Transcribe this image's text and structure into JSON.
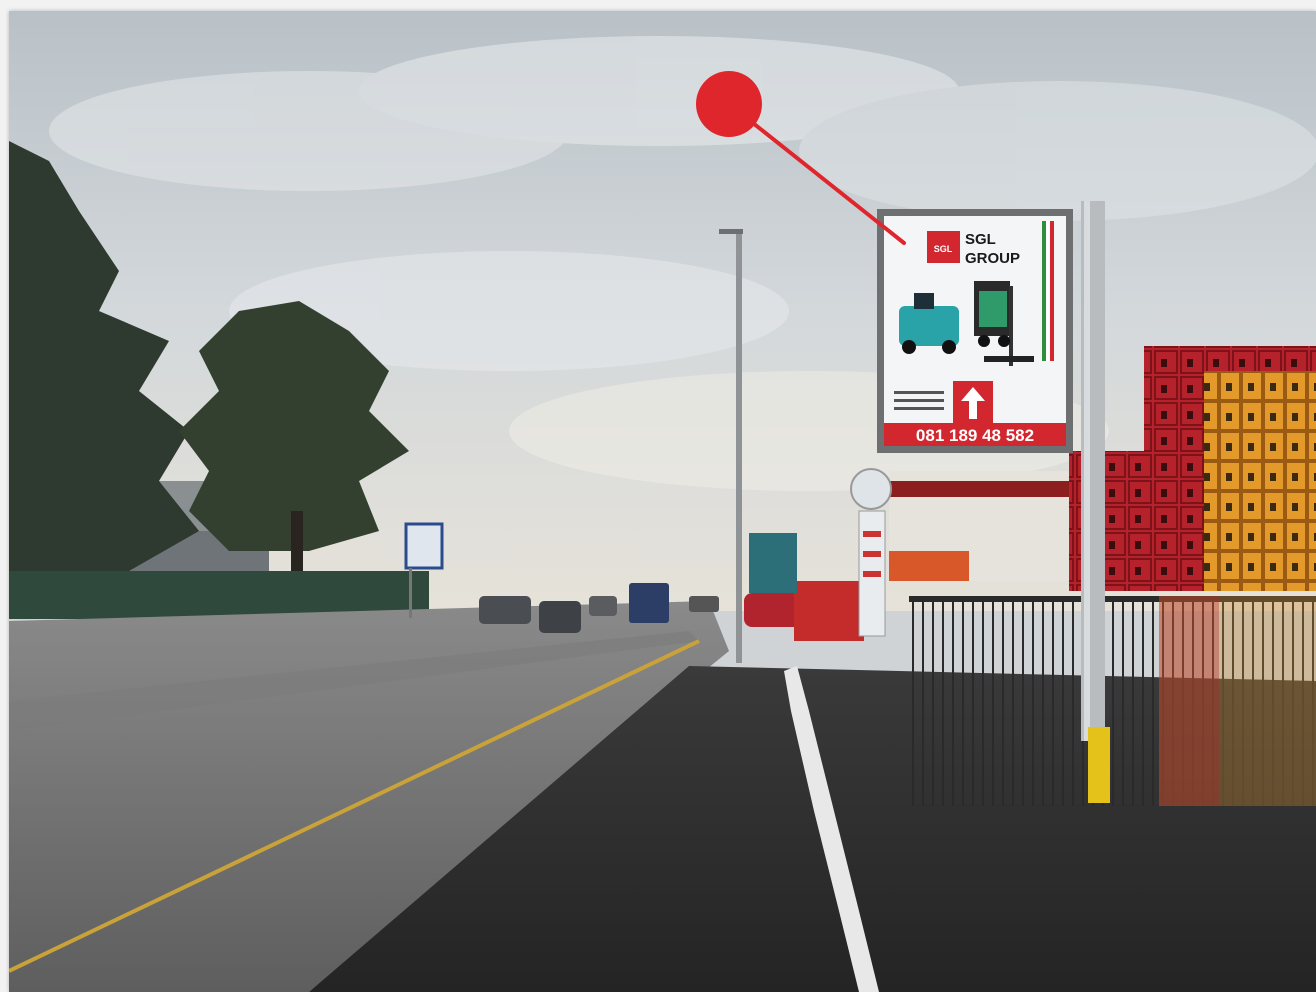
{
  "photo": {
    "description_kind": "street photograph with billboard location marker"
  },
  "billboard": {
    "brand_line1": "SGL",
    "brand_line2": "GROUP",
    "logo_text": "SGL",
    "phone": "081 189 48 582",
    "arrow": "up-arrow"
  },
  "marker": {
    "color": "#e0262d"
  },
  "colors": {
    "sky": "#c9cfd3",
    "road": "#6b6b6b",
    "sidewalk": "#2f2f30",
    "billboard_red": "#d2272e",
    "pole": "#b8bcbf",
    "pole_base": "#e5c21a",
    "crates_red": "#b5222c",
    "crates_orange": "#e39a2a"
  }
}
